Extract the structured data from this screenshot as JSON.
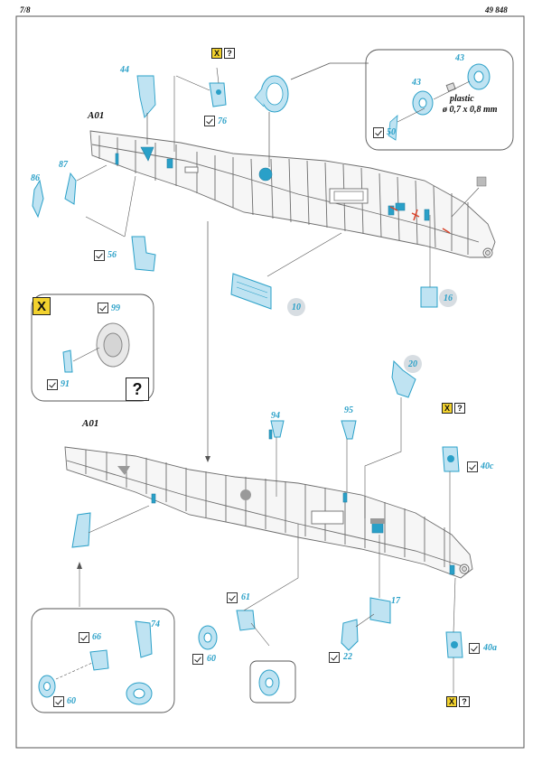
{
  "page": {
    "number": "7/8",
    "kit_code": "49 848"
  },
  "sections": {
    "top": "A01",
    "bottom": "A01"
  },
  "note": {
    "line1": "plastic",
    "line2": "ø 0,7 x 0,8 mm"
  },
  "labels": {
    "p44": "44",
    "p76": "76",
    "p43a": "43",
    "p43b": "43",
    "p50": "50",
    "p86": "86",
    "p87": "87",
    "p56": "56",
    "p10": "10",
    "p16": "16",
    "p99": "99",
    "p91": "91",
    "p20": "20",
    "p94": "94",
    "p95": "95",
    "p40c": "40c",
    "p17": "17",
    "p22": "22",
    "p61": "61",
    "p60a": "60",
    "p66": "66",
    "p74": "74",
    "p60b": "60",
    "p40a": "40a"
  },
  "markers": {
    "x": "X",
    "q": "?"
  },
  "colors": {
    "part_blue": "#2aa0c8",
    "part_fill": "#bfe3f2",
    "frame_grey": "#7a7a7a",
    "badge_yellow": "#f2d22e",
    "grey_badge": "#d7dde2",
    "red_detail": "#d9442b"
  }
}
